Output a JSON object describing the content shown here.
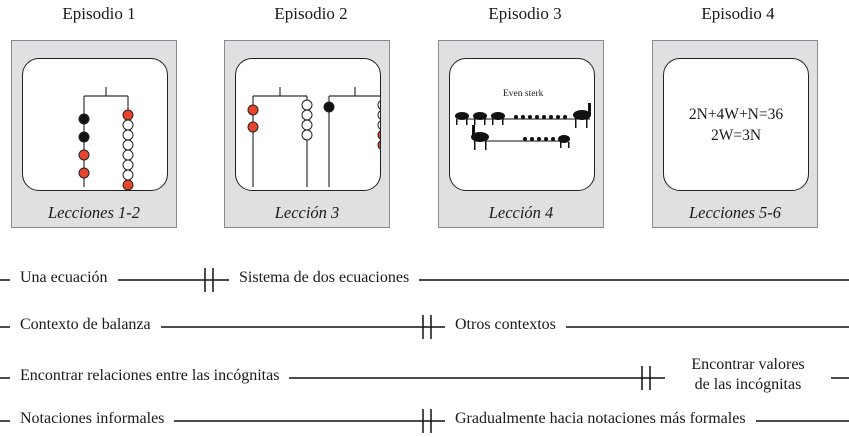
{
  "episodes": [
    {
      "title": "Episodio 1",
      "caption": "Lecciones 1-2"
    },
    {
      "title": "Episodio 2",
      "caption": "Lección 3"
    },
    {
      "title": "Episodio 3",
      "caption": "Lección 4",
      "label": "Even sterk"
    },
    {
      "title": "Episodio 4",
      "caption": "Lecciones 5-6",
      "eq1": "2N+4W+N=36",
      "eq2": "2W=3N"
    }
  ],
  "colors": {
    "red": "#e8452c",
    "black": "#111111",
    "panel": "#e0e0e2"
  },
  "timelines": [
    {
      "left": "Una ecuación",
      "right": "Sistema de dos ecuaciones"
    },
    {
      "left": "Contexto de balanza",
      "right": "Otros contextos"
    },
    {
      "left": "Encontrar relaciones entre las incógnitas",
      "right_line1": "Encontrar valores",
      "right_line2": "de las incógnitas"
    },
    {
      "left": "Notaciones informales",
      "right": "Gradualmente hacia notaciones más formales"
    }
  ]
}
